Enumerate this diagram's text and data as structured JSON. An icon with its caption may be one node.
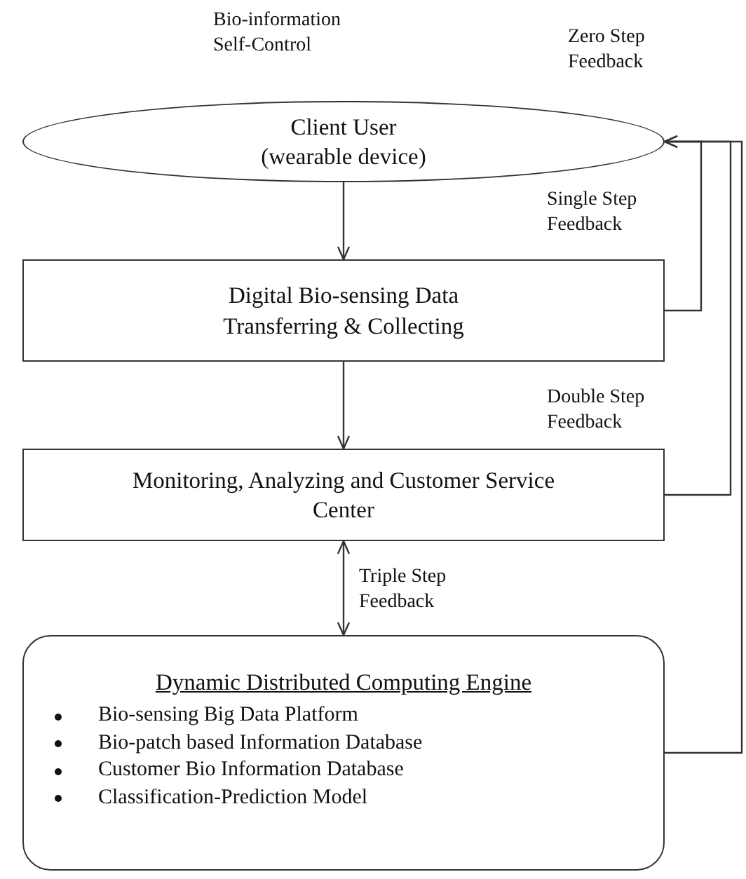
{
  "diagram": {
    "nodes": [
      {
        "text": [
          "Client User (wearable device)"
        ]
      },
      {
        "text": [
          "Digital Bio-sensing Data Transferring & Collecting"
        ]
      },
      {
        "text": [
          "Monitoring, Analyzing and Customer Service Center"
        ]
      },
      {
        "text": [
          "Dynamic Distributed Computing Engine",
          "Bio-sensing Big Data Platform",
          "Bio-patch based Information Database",
          "Customer Bio Information Database",
          "Classification-Prediction Model"
        ]
      }
    ],
    "edges": [
      {
        "from": 0,
        "to": 1,
        "arrow": "to"
      },
      {
        "from": 1,
        "to": 2,
        "arrow": "to"
      },
      {
        "from": 2,
        "to": 3,
        "arrow": "both",
        "label": "Triple Step Feedback"
      },
      {
        "from": 1,
        "to": 0,
        "arrow": "to",
        "label": "Single Step Feedback"
      },
      {
        "from": 2,
        "to": 0,
        "arrow": "to",
        "label": "Double Step Feedback"
      },
      {
        "from": 3,
        "to": 0,
        "arrow": "to",
        "label": "Zero Step Feedback"
      }
    ],
    "labels": [
      "Bio-information Self-Control"
    ]
  }
}
